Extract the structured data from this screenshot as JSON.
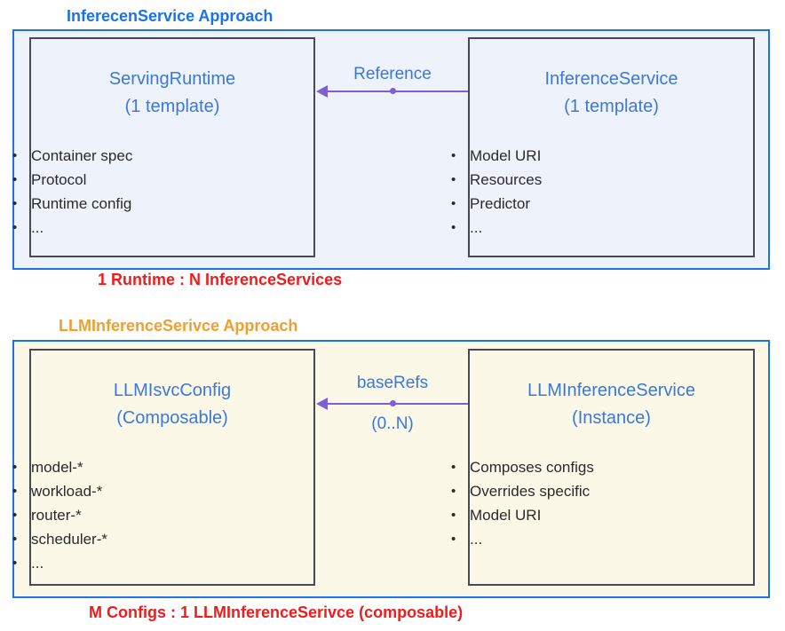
{
  "colors": {
    "container_border": "#1a73e8",
    "top_container_bg": "#eef3fb",
    "bottom_container_bg": "#fbf8e8",
    "inner_box_border": "#454b54",
    "header_text": "#3b78d8",
    "title_top": "#1a73e8",
    "title_bottom": "#f09e2e",
    "caption_red": "#ee1c1c",
    "arrow_purple": "#7e5fd0",
    "bullet_text": "#2a2a2a"
  },
  "top_section": {
    "title": "InferecenService Approach",
    "left_box": {
      "title": "ServingRuntime",
      "subtitle": "(1 template)",
      "items": [
        "Container spec",
        "Protocol",
        "Runtime config",
        "..."
      ]
    },
    "right_box": {
      "title": "InferenceService",
      "subtitle": "(1 template)",
      "items": [
        "Model URI",
        "Resources",
        "Predictor",
        "..."
      ]
    },
    "arrow_label": "Reference",
    "caption": "1 Runtime : N InferenceServices"
  },
  "bottom_section": {
    "title": "LLMInferenceSerivce Approach",
    "left_box": {
      "title": "LLMIsvcConfig",
      "subtitle": "(Composable)",
      "items": [
        "model-*",
        "workload-*",
        "router-*",
        "scheduler-*",
        "..."
      ]
    },
    "right_box": {
      "title": "LLMInferenceService",
      "subtitle": "(Instance)",
      "items": [
        "Composes configs",
        "Overrides specific",
        "Model URI",
        "..."
      ]
    },
    "arrow_label": "baseRefs",
    "arrow_sublabel": "(0..N)",
    "caption": "M Configs : 1 LLMInferenceSerivce (composable)"
  }
}
